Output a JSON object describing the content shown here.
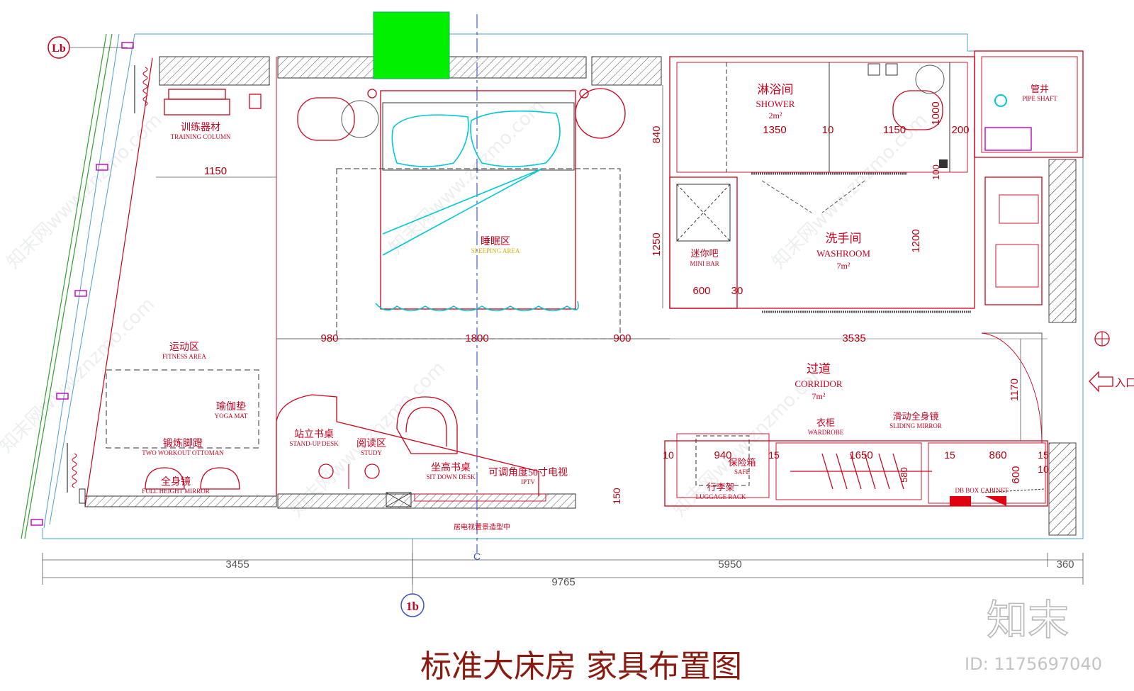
{
  "title": "标准大床房 家具布置图",
  "watermark": {
    "brand": "知末",
    "id_text": "ID: 1175697040",
    "repeat_text": "知末网www.znzmo.com"
  },
  "grid": {
    "top_left": "Lb",
    "bottom": "1b",
    "center_mark": "C"
  },
  "rooms": {
    "training": {
      "cn": "训练器材",
      "en": "TRAINING COLUMN"
    },
    "fitness": {
      "cn": "运动区",
      "en": "FITNESS AREA"
    },
    "yoga": {
      "cn": "瑜伽垫",
      "en": "YOGA MAT"
    },
    "ottoman": {
      "cn": "锻炼脚蹬",
      "en": "TWO WORKOUT OTTOMAN"
    },
    "mirror": {
      "cn": "全身镜",
      "en": "FULL HEIGHT MIRROR"
    },
    "sleeping": {
      "cn": "睡眠区",
      "en": "SLEEPING AREA"
    },
    "standup": {
      "cn": "站立书桌",
      "en": "STAND-UP DESK"
    },
    "study": {
      "cn": "阅读区",
      "en": "STUDY"
    },
    "sitdown": {
      "cn": "坐高书桌",
      "en": "SIT DOWN DESK"
    },
    "tv": {
      "cn": "可调角度50寸电视",
      "en": "IPTV"
    },
    "tv_note": "居电视置景造型中",
    "shower": {
      "cn": "淋浴间",
      "en": "SHOWER",
      "area": "2m²"
    },
    "washroom": {
      "cn": "洗手间",
      "en": "WASHROOM",
      "area": "7m²"
    },
    "minibar": {
      "cn": "迷你吧",
      "en": "MINI BAR"
    },
    "pipe": {
      "cn": "管井",
      "en": "PIPE SHAFT"
    },
    "corridor": {
      "cn": "过道",
      "en": "CORRIDOR",
      "area": "7m²"
    },
    "wardrobe": {
      "cn": "衣柜",
      "en": "WARDROBE"
    },
    "sliding": {
      "cn": "滑动全身镜",
      "en": "SLIDING MIRROR"
    },
    "safe": {
      "cn": "保险箱",
      "en": "SAFE"
    },
    "luggage": {
      "cn": "行李架",
      "en": "LUGGAGE RACK"
    },
    "dbbox": {
      "en": "DB BOX CABINET"
    },
    "entrance": "入口"
  },
  "dims": {
    "d1150": "1150",
    "d840": "840",
    "d1250": "1250",
    "d1350": "1350",
    "d10": "10",
    "d1150b": "1150",
    "d200": "200",
    "d1000": "1000",
    "d100": "100",
    "d1200": "1200",
    "d600": "600",
    "d30": "30",
    "d980": "980",
    "d1800": "1800",
    "d900": "900",
    "d3535": "3535",
    "d1170": "1170",
    "d10a": "10",
    "d940": "940",
    "d15a": "15",
    "d1650": "1650",
    "d15b": "15",
    "d860": "860",
    "d15c": "15",
    "d10b": "10",
    "d580": "580",
    "d600b": "600",
    "d150": "150",
    "d3455": "3455",
    "d5950": "5950",
    "d360": "360",
    "d9765": "9765"
  }
}
